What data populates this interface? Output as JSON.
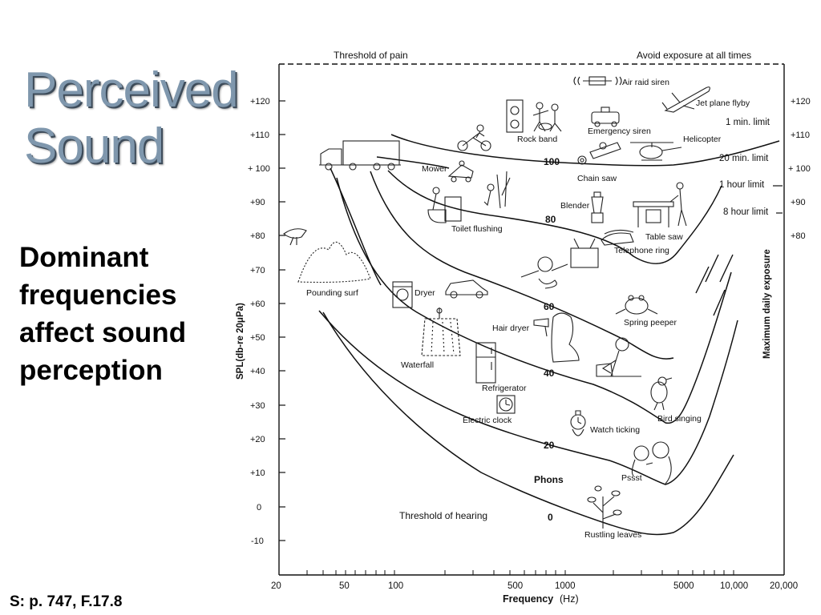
{
  "slide": {
    "title_line1": "Perceived",
    "title_line2": "Sound",
    "body_lines": [
      "Dominant",
      "frequencies",
      "affect sound",
      "perception"
    ],
    "source": "S: p. 747, F.17.8"
  },
  "colors": {
    "title": "#7f97ad",
    "title_shadow": "#3d4b59",
    "line": "#111111"
  },
  "diagram": {
    "y_axis_label": "SPL(db-re 20μPa)",
    "right_axis_label": "Maximum daily exposure",
    "x_axis_label": "Frequency",
    "x_axis_unit": "(Hz)",
    "top_left_label": "Threshold of pain",
    "top_right_label": "Avoid exposure at all times",
    "left_ticks": [
      "+120",
      "+110",
      "+ 100",
      "+90",
      "+80",
      "+70",
      "+60",
      "+50",
      "+40",
      "+30",
      "+20",
      "+10",
      "0",
      "-10"
    ],
    "right_ticks": [
      "+120",
      "+110",
      "+ 100",
      "+90",
      "+80"
    ],
    "x_ticks": [
      "20",
      "50",
      "100",
      "500",
      "1000",
      "5000",
      "10,000",
      "20,000"
    ],
    "exposure_limits": [
      "1 min. limit",
      "20 min. limit",
      "1 hour limit",
      "8 hour limit"
    ],
    "phon_labels": [
      "100",
      "80",
      "60",
      "40",
      "20",
      "0"
    ],
    "phons_label": "Phons",
    "threshold_hearing": "Threshold of hearing",
    "sources": [
      "Air raid siren",
      "Jet plane flyby",
      "Rock band",
      "Emergency siren",
      "Helicopter",
      "Chain saw",
      "Mower",
      "Blender",
      "Table saw",
      "Toilet flushing",
      "Telephone ring",
      "Pounding surf",
      "Dryer",
      "Spring peeper",
      "Hair dryer",
      "Waterfall",
      "Refrigerator",
      "Bird singing",
      "Electric clock",
      "Watch ticking",
      "Pssst",
      "Rustling leaves"
    ],
    "icons": [
      "siren-icon",
      "jet-plane-icon",
      "rock-band-icon",
      "motorcycle-icon",
      "emergency-vehicle-icon",
      "helicopter-icon",
      "chainsaw-icon",
      "truck-icon",
      "mower-icon",
      "lumberjack-icon",
      "blender-icon",
      "table-saw-icon",
      "toilet-icon",
      "television-icon",
      "telephone-icon",
      "bird-icon",
      "surf-icon",
      "baby-icon",
      "dryer-icon",
      "car-icon",
      "frog-icon",
      "hair-dryer-icon",
      "waterfall-icon",
      "refrigerator-icon",
      "person-reading-icon",
      "songbird-icon",
      "clock-icon",
      "watch-icon",
      "whispering-people-icon",
      "leaves-icon"
    ]
  }
}
